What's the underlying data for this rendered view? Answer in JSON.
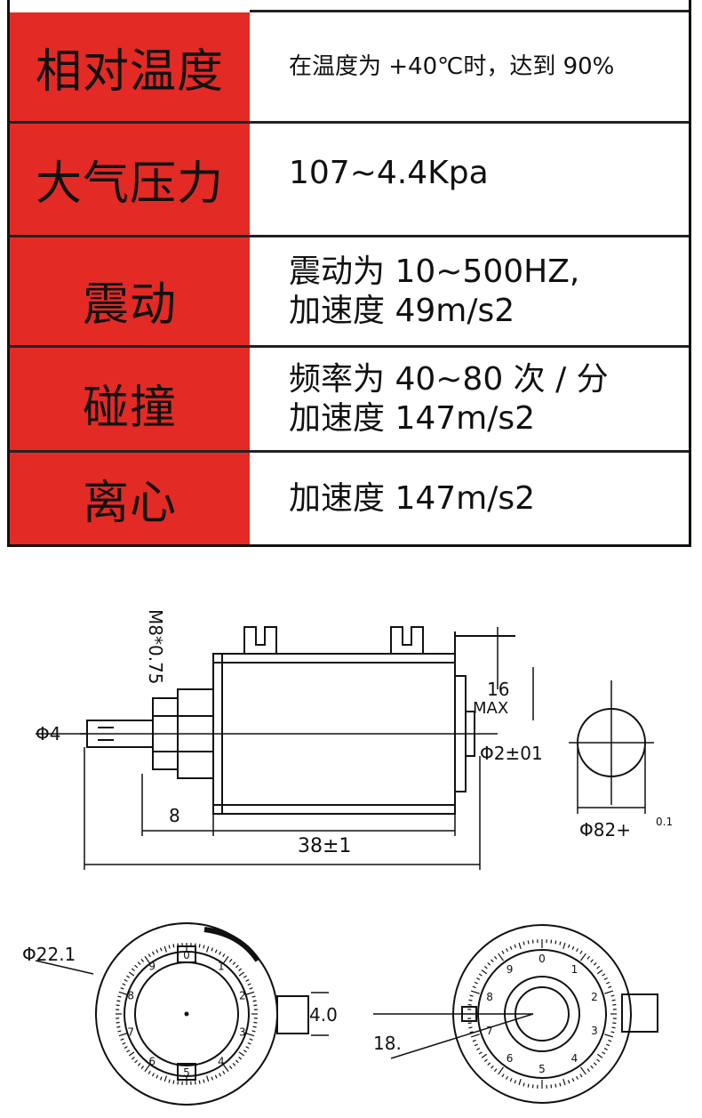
{
  "spec_rows": [
    {
      "label": "相对温度",
      "lines": [
        "在温度为 +40℃时，达到 90%"
      ]
    },
    {
      "label": "大气压力",
      "lines": [
        "107~4.4Kpa"
      ]
    },
    {
      "label": "震动",
      "lines": [
        "震动为 10~500HZ,",
        "加速度 49m/s2"
      ]
    },
    {
      "label": "碰撞",
      "lines": [
        "频率为 40~80 次 / 分",
        "加速度 147m/s2"
      ]
    },
    {
      "label": "离心",
      "lines": [
        "加速度 147m/s2"
      ]
    }
  ],
  "diagram_labels": {
    "thread": "M8*0.75",
    "shaft_dia": "Φ4",
    "shaft_len": "8",
    "body_len": "38±1",
    "terminal_h": "16",
    "terminal_max": "MAX",
    "rear_dia": "Φ2±01",
    "body_dia": "Φ82+",
    "body_dia_tol": "0.1",
    "dial_dia": "Φ22.1",
    "knob_w": "4.0",
    "dial_offset": "18."
  },
  "dial_numbers": [
    "0",
    "1",
    "2",
    "3",
    "4",
    "5",
    "6",
    "7",
    "8",
    "9"
  ]
}
